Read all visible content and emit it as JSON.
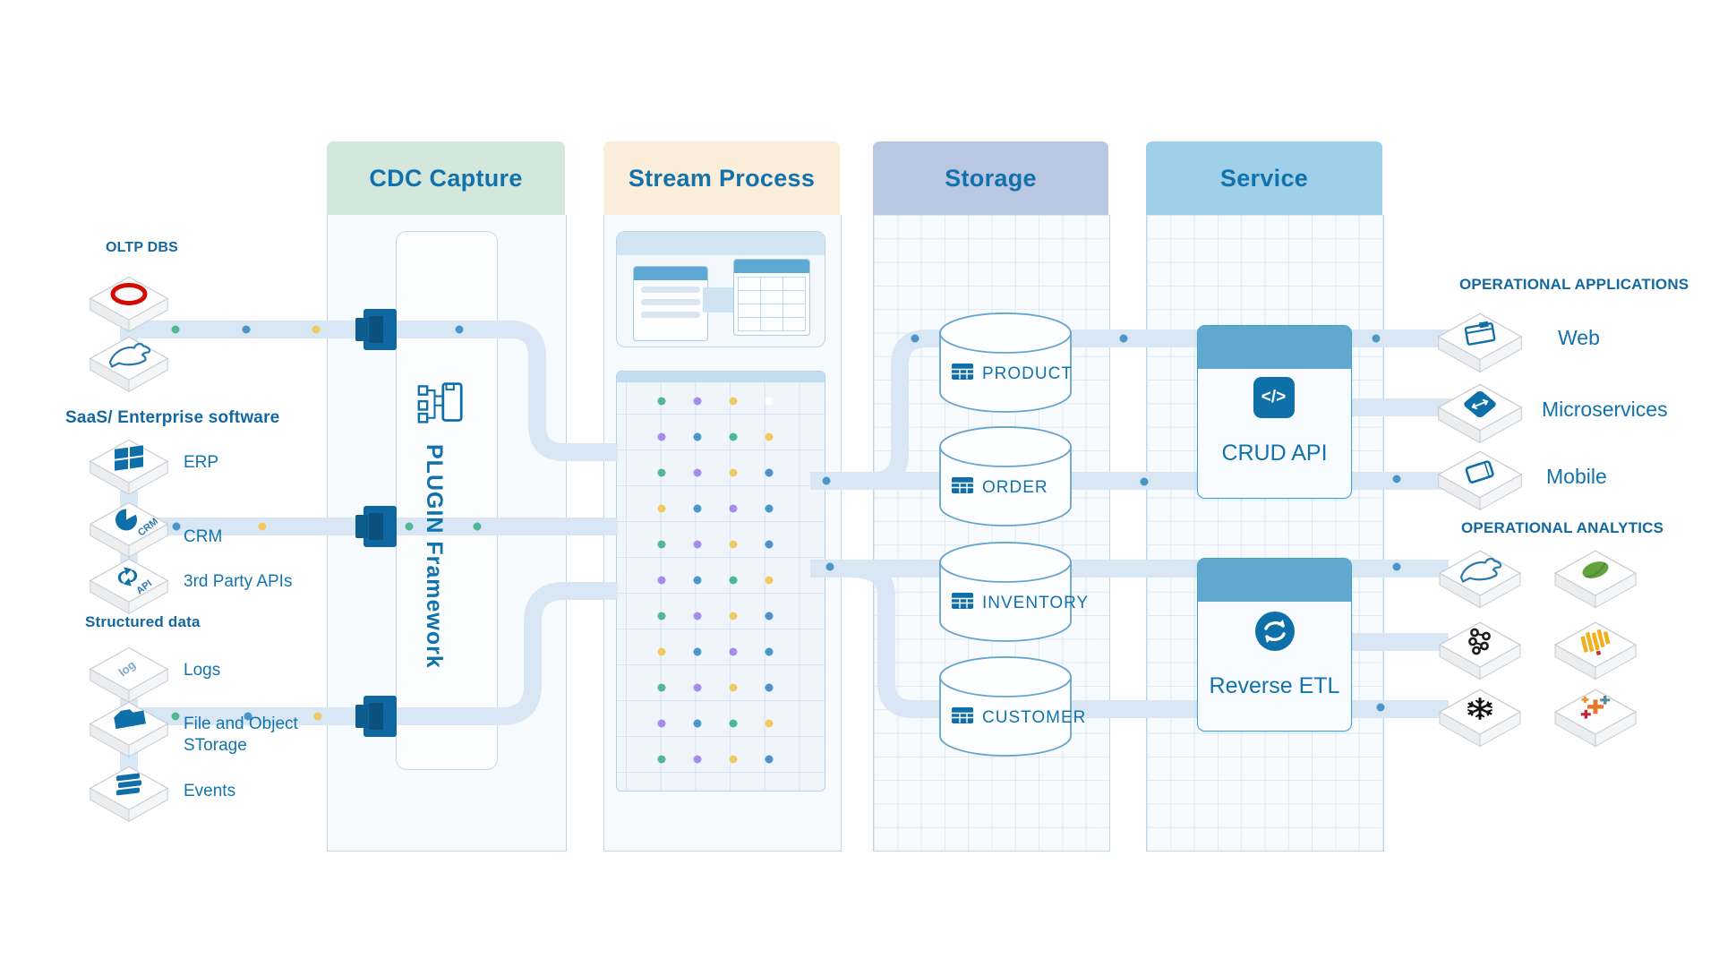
{
  "columns": [
    {
      "id": "cdc",
      "label": "CDC Capture",
      "header_color": "#d3e7dd"
    },
    {
      "id": "stream",
      "label": "Stream Process",
      "header_color": "#faeeda"
    },
    {
      "id": "storage",
      "label": "Storage",
      "header_color": "#b9c7e2"
    },
    {
      "id": "service",
      "label": "Service",
      "header_color": "#9fcfe9"
    }
  ],
  "cdc": {
    "plugin_label": "PLUGIN Framework",
    "plugin_icon": "plugin-icon"
  },
  "sources": {
    "groups": [
      {
        "title": "OLTP DBS",
        "items": [
          {
            "icon": "oracle-db-icon",
            "label": ""
          },
          {
            "icon": "mysql-icon",
            "label": ""
          }
        ]
      },
      {
        "title": "SaaS/ Enterprise software",
        "items": [
          {
            "icon": "erp-icon",
            "label": "ERP"
          },
          {
            "icon": "crm-icon",
            "label": "CRM"
          },
          {
            "icon": "api-icon",
            "label": "3rd Party APIs"
          }
        ]
      },
      {
        "title": "Structured data",
        "items": [
          {
            "icon": "logs-icon",
            "label": "Logs"
          },
          {
            "icon": "file-object-storage-icon",
            "label": "File and Object STorage"
          },
          {
            "icon": "events-icon",
            "label": "Events"
          }
        ]
      }
    ],
    "face_texts": {
      "crm": "CRM",
      "api": "API",
      "logs": "log"
    }
  },
  "storage": {
    "tables": [
      {
        "icon": "table-icon",
        "label": "PRODUCT"
      },
      {
        "icon": "table-icon",
        "label": "ORDER"
      },
      {
        "icon": "table-icon",
        "label": "INVENTORY"
      },
      {
        "icon": "table-icon",
        "label": "CUSTOMER"
      }
    ]
  },
  "service": {
    "cards": [
      {
        "icon": "code-icon",
        "label": "CRUD API"
      },
      {
        "icon": "sync-icon",
        "label": "Reverse ETL"
      }
    ]
  },
  "outputs": {
    "applications": {
      "title": "OPERATIONAL APPLICATIONS",
      "items": [
        {
          "icon": "web-icon",
          "label": "Web"
        },
        {
          "icon": "microservices-icon",
          "label": "Microservices"
        },
        {
          "icon": "mobile-icon",
          "label": "Mobile"
        }
      ]
    },
    "analytics": {
      "title": "OPERATIONAL  ANALYTICS",
      "tiles": [
        [
          "mysql-icon",
          "mongodb-icon"
        ],
        [
          "kafka-icon",
          "redshift-icon"
        ],
        [
          "snowflake-icon",
          "tableau-icon"
        ]
      ]
    }
  },
  "stream": {
    "dot_rows": [
      [
        "g",
        "p",
        "y",
        "w"
      ],
      [
        "p",
        "b",
        "g",
        "y"
      ],
      [
        "g",
        "p",
        "y",
        "b"
      ],
      [
        "y",
        "b",
        "p",
        "b"
      ],
      [
        "g",
        "p",
        "y",
        "b"
      ],
      [
        "p",
        "b",
        "g",
        "y"
      ],
      [
        "g",
        "p",
        "y",
        "b"
      ],
      [
        "y",
        "b",
        "p",
        "b"
      ],
      [
        "g",
        "p",
        "y",
        "b"
      ],
      [
        "p",
        "b",
        "g",
        "y"
      ],
      [
        "g",
        "p",
        "y",
        "b"
      ]
    ]
  },
  "pipe_dots": [
    [
      196,
      368,
      "g"
    ],
    [
      275,
      368,
      "b"
    ],
    [
      353,
      368,
      "y"
    ],
    [
      513,
      368,
      "b"
    ],
    [
      197,
      588,
      "b"
    ],
    [
      293,
      588,
      "y"
    ],
    [
      457,
      588,
      "g"
    ],
    [
      533,
      588,
      "g"
    ],
    [
      196,
      800,
      "g"
    ],
    [
      277,
      800,
      "b"
    ],
    [
      355,
      800,
      "y"
    ],
    [
      923,
      537,
      "b"
    ],
    [
      927,
      633,
      "b"
    ],
    [
      1022,
      378,
      "b"
    ],
    [
      1255,
      378,
      "b"
    ],
    [
      1278,
      538,
      "b"
    ],
    [
      1537,
      378,
      "b"
    ],
    [
      1560,
      535,
      "b"
    ],
    [
      1560,
      633,
      "b"
    ],
    [
      1542,
      790,
      "b"
    ]
  ],
  "colors": {
    "accent": "#1272ab",
    "pipe": "#d8e7f3",
    "connector": "#1068a2",
    "icon_blue": "#0f6fa8",
    "dots": {
      "g": "#52b795",
      "p": "#a78bea",
      "y": "#f2c862",
      "b": "#4a96c8",
      "w": "#ffffff"
    }
  }
}
